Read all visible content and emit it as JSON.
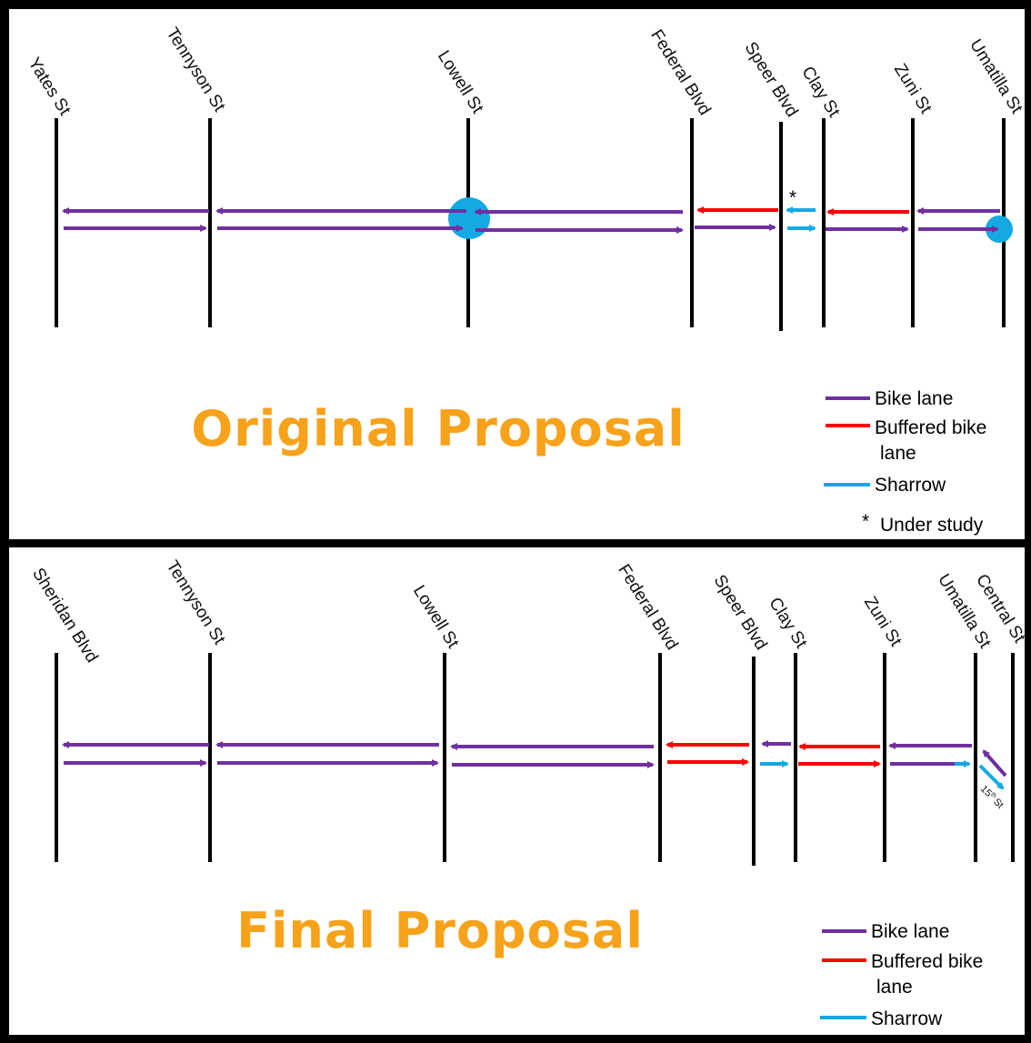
{
  "colors": {
    "bike_lane": "#7030a0",
    "buffered": "#ff0000",
    "sharrow": "#14a9e3",
    "title": "#f7a21b"
  },
  "original": {
    "title": "Original Proposal",
    "streets": [
      "Yates St",
      "Tennyson St",
      "Lowell St",
      "Federal Blvd",
      "Speer Blvd",
      "Clay St",
      "Zuni St",
      "Umatilla St"
    ],
    "note_marker": "*",
    "legend": {
      "bike_lane": "Bike lane",
      "buffered_1": "Buffered bike",
      "buffered_2": "lane",
      "sharrow": "Sharrow",
      "under_study_marker": "*",
      "under_study": "Under study"
    }
  },
  "final": {
    "title": "Final Proposal",
    "streets": [
      "Sheridan Blvd",
      "Tennyson St",
      "Lowell St",
      "Federal Blvd",
      "Speer Blvd",
      "Clay St",
      "Zuni St",
      "Umatilla St",
      "Central St"
    ],
    "branch_label": "15",
    "branch_label_sup": "th",
    "branch_label_suffix": "St",
    "legend": {
      "bike_lane": "Bike lane",
      "buffered_1": "Buffered bike",
      "buffered_2": "lane",
      "sharrow": "Sharrow"
    }
  }
}
